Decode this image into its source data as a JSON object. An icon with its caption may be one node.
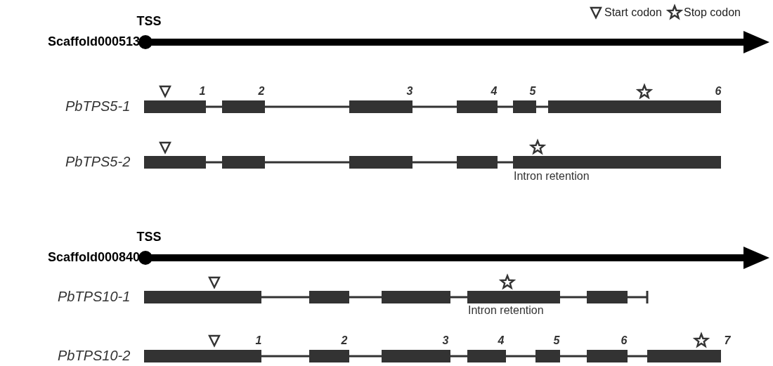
{
  "diagram": {
    "labels": [
      "TSS",
      "Scaffold000513",
      "PbTPS5-1",
      "1",
      "2",
      "3",
      "4",
      "5",
      "6",
      "PbTPS5-2",
      "Intron retention",
      "TSS",
      "Scaffold000840",
      "PbTPS10-1",
      "Intron retention",
      "PbTPS10-2",
      "1",
      "2",
      "3",
      "4",
      "5",
      "6",
      "7"
    ],
    "legend": [
      {
        "text": "Start codon"
      },
      {
        "text": "Stop codon"
      }
    ]
  }
}
